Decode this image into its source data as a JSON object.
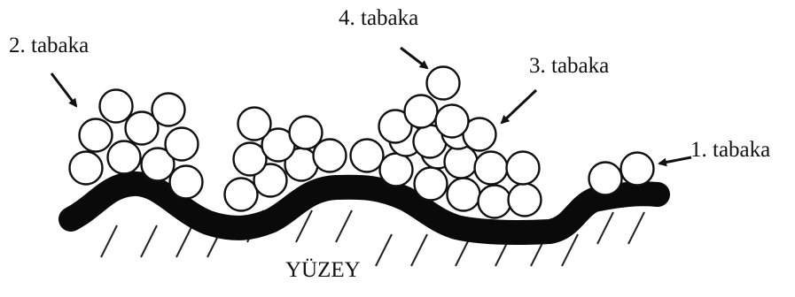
{
  "labels": {
    "layer_2": "2. tabaka",
    "layer_4": "4. tabaka",
    "layer_3": "3. tabaka",
    "layer_1": "1. tabaka",
    "surface": "YÜZEY"
  }
}
